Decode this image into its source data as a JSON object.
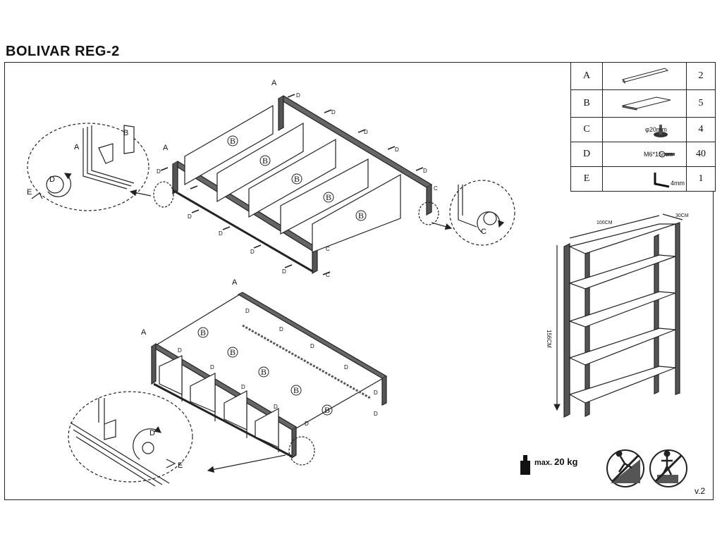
{
  "title": "BOLIVAR REG-2",
  "version": "v.2",
  "parts": [
    {
      "letter": "A",
      "qty": "2",
      "icon": "frame-bar-icon"
    },
    {
      "letter": "B",
      "qty": "5",
      "icon": "shelf-board-icon"
    },
    {
      "letter": "C",
      "qty": "4",
      "icon": "leveling-foot-icon",
      "spec": "φ20mm"
    },
    {
      "letter": "D",
      "qty": "40",
      "icon": "screw-icon",
      "spec": "M6*15mm"
    },
    {
      "letter": "E",
      "qty": "1",
      "icon": "allen-key-icon",
      "spec": "4mm"
    }
  ],
  "dimensions": {
    "width": "100CM",
    "depth": "30CM",
    "height": "156CM"
  },
  "max_load": {
    "label": "max.",
    "value": "20 kg"
  },
  "labels": {
    "a": "A",
    "b": "B",
    "c": "C",
    "d": "D",
    "e": "E"
  }
}
